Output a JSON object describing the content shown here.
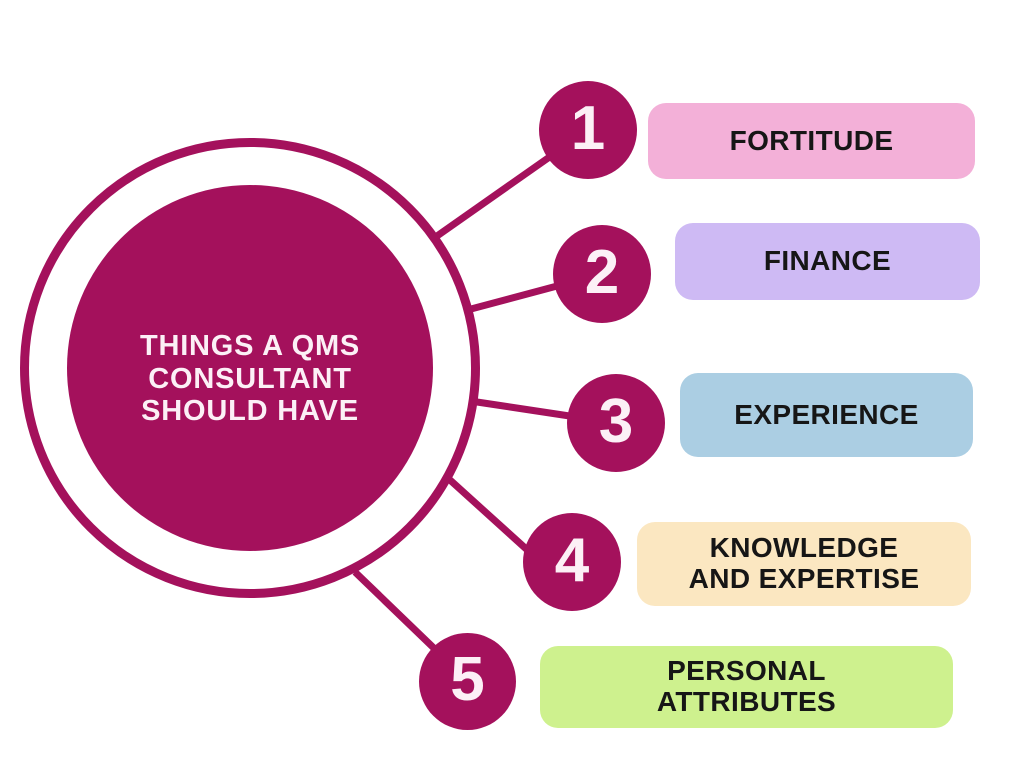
{
  "title": {
    "lines": [
      "THINGS A QMS",
      "CONSULTANT",
      "SHOULD HAVE"
    ]
  },
  "items": [
    {
      "number": "1",
      "label": "FORTITUDE",
      "label_lines": [
        "FORTITUDE"
      ],
      "box_color": "#F3B0D8"
    },
    {
      "number": "2",
      "label": "FINANCE",
      "label_lines": [
        "FINANCE"
      ],
      "box_color": "#CEBAF4"
    },
    {
      "number": "3",
      "label": "EXPERIENCE",
      "label_lines": [
        "EXPERIENCE"
      ],
      "box_color": "#ABCEE3"
    },
    {
      "number": "4",
      "label": "KNOWLEDGE AND EXPERTISE",
      "label_lines": [
        "KNOWLEDGE",
        "AND EXPERTISE"
      ],
      "box_color": "#FBE7C1"
    },
    {
      "number": "5",
      "label": "PERSONAL ATTRIBUTES",
      "label_lines": [
        "PERSONAL",
        "ATTRIBUTES"
      ],
      "box_color": "#CEF18E"
    }
  ],
  "colors": {
    "accent": "#A4115C",
    "label_text": "#161616",
    "title_text": "#FCF0F6",
    "background": "#FFFFFF"
  }
}
